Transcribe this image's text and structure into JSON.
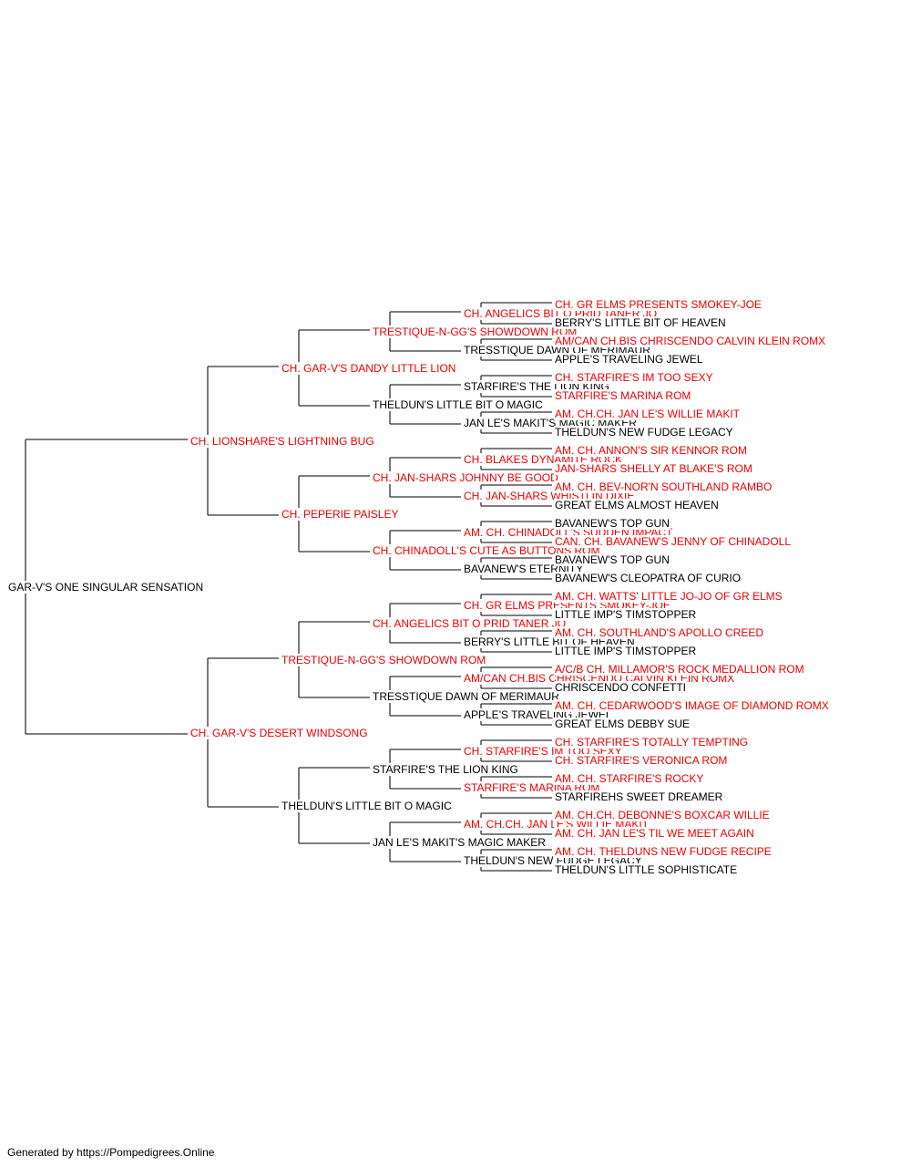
{
  "colors": {
    "champion": "#ee0000",
    "regular": "#000000",
    "lines": "#333333"
  },
  "pedigree": {
    "name": "GAR-V'S ONE SINGULAR SENSATION",
    "red": false,
    "sire": {
      "name": "CH. LIONSHARE'S LIGHTNING BUG",
      "red": true,
      "sire": {
        "name": "CH. GAR-V'S DANDY LITTLE LION",
        "red": true,
        "sire": {
          "name": "TRESTIQUE-N-GG'S SHOWDOWN ROM",
          "red": true,
          "sire": {
            "name": "CH. ANGELICS BIT O PRID TANER JO",
            "red": true,
            "sire": {
              "name": "CH. GR ELMS PRESENTS SMOKEY-JOE",
              "red": true
            },
            "dam": {
              "name": "BERRY'S LITTLE BIT OF HEAVEN",
              "red": false
            }
          },
          "dam": {
            "name": "TRESSTIQUE DAWN OF MERIMAUR",
            "red": false,
            "sire": {
              "name": "AM/CAN CH.BIS CHRISCENDO CALVIN KLEIN ROMX",
              "red": true
            },
            "dam": {
              "name": "APPLE'S TRAVELING JEWEL",
              "red": false
            }
          }
        },
        "dam": {
          "name": "THELDUN'S LITTLE BIT O MAGIC",
          "red": false,
          "sire": {
            "name": "STARFIRE'S THE LION KING",
            "red": false,
            "sire": {
              "name": "CH. STARFIRE'S IM TOO SEXY",
              "red": true
            },
            "dam": {
              "name": "STARFIRE'S MARINA ROM",
              "red": true
            }
          },
          "dam": {
            "name": "JAN LE'S MAKIT'S MAGIC MAKER",
            "red": false,
            "sire": {
              "name": "AM. CH.CH. JAN LE'S WILLIE MAKIT",
              "red": true
            },
            "dam": {
              "name": "THELDUN'S NEW FUDGE LEGACY",
              "red": false
            }
          }
        }
      },
      "dam": {
        "name": "CH. PEPERIE PAISLEY",
        "red": true,
        "sire": {
          "name": "CH. JAN-SHARS JOHNNY BE GOOD",
          "red": true,
          "sire": {
            "name": "CH. BLAKES DYNAMITE ROCK",
            "red": true,
            "sire": {
              "name": "AM. CH. ANNON'S SIR KENNOR ROM",
              "red": true
            },
            "dam": {
              "name": "JAN-SHARS SHELLY AT BLAKE'S ROM",
              "red": true
            }
          },
          "dam": {
            "name": "CH. JAN-SHARS WHISTLIN DIXIE",
            "red": true,
            "sire": {
              "name": "AM. CH. BEV-NOR'N SOUTHLAND RAMBO",
              "red": true
            },
            "dam": {
              "name": "GREAT ELMS ALMOST HEAVEN",
              "red": false
            }
          }
        },
        "dam": {
          "name": "CH. CHINADOLL'S CUTE AS BUTTONS ROM",
          "red": true,
          "sire": {
            "name": "AM. CH. CHINADOLL'S SUDDEN IMPACT",
            "red": true,
            "sire": {
              "name": "BAVANEW'S TOP GUN",
              "red": false
            },
            "dam": {
              "name": "CAN. CH. BAVANEW'S JENNY OF CHINADOLL",
              "red": true
            }
          },
          "dam": {
            "name": "BAVANEW'S ETERNITY",
            "red": false,
            "sire": {
              "name": "BAVANEW'S TOP GUN",
              "red": false
            },
            "dam": {
              "name": "BAVANEW'S CLEOPATRA OF CURIO",
              "red": false
            }
          }
        }
      }
    },
    "dam": {
      "name": "CH. GAR-V'S DESERT WINDSONG",
      "red": true,
      "sire": {
        "name": "TRESTIQUE-N-GG'S SHOWDOWN ROM",
        "red": true,
        "sire": {
          "name": "CH. ANGELICS BIT O PRID TANER JO",
          "red": true,
          "sire": {
            "name": "CH. GR ELMS PRESENTS SMOKEY-JOE",
            "red": true,
            "sire": {
              "name": "AM. CH. WATTS' LITTLE JO-JO OF GR ELMS",
              "red": true
            },
            "dam": {
              "name": "LITTLE IMP'S TIMSTOPPER",
              "red": false
            }
          },
          "dam": {
            "name": "BERRY'S LITTLE BIT OF HEAVEN",
            "red": false,
            "sire": {
              "name": "AM. CH. SOUTHLAND'S APOLLO CREED",
              "red": true
            },
            "dam": {
              "name": "LITTLE IMP'S TIMSTOPPER",
              "red": false
            }
          }
        },
        "dam": {
          "name": "TRESSTIQUE DAWN OF MERIMAUR",
          "red": false,
          "sire": {
            "name": "AM/CAN CH.BIS CHRISCENDO CALVIN KLEIN ROMX",
            "red": true,
            "sire": {
              "name": "A/C/B CH. MILLAMOR'S ROCK MEDALLION ROM",
              "red": true
            },
            "dam": {
              "name": "CHRISCENDO CONFETTI",
              "red": false
            }
          },
          "dam": {
            "name": "APPLE'S TRAVELING JEWEL",
            "red": false,
            "sire": {
              "name": "AM. CH. CEDARWOOD'S IMAGE OF DIAMOND ROMX",
              "red": true
            },
            "dam": {
              "name": "GREAT ELMS DEBBY SUE",
              "red": false
            }
          }
        }
      },
      "dam": {
        "name": "THELDUN'S LITTLE BIT O MAGIC",
        "red": false,
        "sire": {
          "name": "STARFIRE'S THE LION KING",
          "red": false,
          "sire": {
            "name": "CH. STARFIRE'S IM TOO SEXY",
            "red": true,
            "sire": {
              "name": "CH. STARFIRE'S TOTALLY TEMPTING",
              "red": true
            },
            "dam": {
              "name": "CH. STARFIRE'S VERONICA ROM",
              "red": true
            }
          },
          "dam": {
            "name": "STARFIRE'S MARINA ROM",
            "red": true,
            "sire": {
              "name": "AM. CH. STARFIRE'S ROCKY",
              "red": true
            },
            "dam": {
              "name": "STARFIREHS SWEET DREAMER",
              "red": false
            }
          }
        },
        "dam": {
          "name": "JAN LE'S MAKIT'S MAGIC MAKER",
          "red": false,
          "sire": {
            "name": "AM. CH.CH. JAN LE'S WILLIE MAKIT",
            "red": true,
            "sire": {
              "name": "AM. CH.CH. DEBONNE'S BOXCAR WILLIE",
              "red": true
            },
            "dam": {
              "name": "AM. CH. JAN LE'S TIL WE MEET AGAIN",
              "red": true
            }
          },
          "dam": {
            "name": "THELDUN'S NEW FUDGE LEGACY",
            "red": false,
            "sire": {
              "name": "AM. CH. THELDUNS NEW FUDGE RECIPE",
              "red": true
            },
            "dam": {
              "name": "THELDUN'S LITTLE SOPHISTICATE",
              "red": false
            }
          }
        }
      }
    }
  },
  "footer": "Generated by https://Pompedigrees.Online"
}
